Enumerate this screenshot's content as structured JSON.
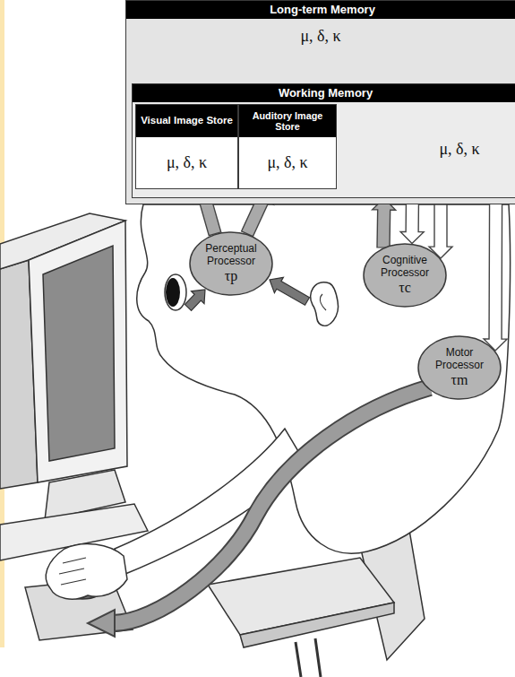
{
  "diagram": {
    "nodes": [
      {
        "text": [
          "Long-term Memory",
          "μ, δ, κ"
        ]
      },
      {
        "text": [
          "Working Memory",
          "μ, δ, κ"
        ],
        "in": 0
      },
      {
        "text": [
          "Visual Image Store",
          "μ, δ, κ"
        ],
        "in": 1
      },
      {
        "text": [
          "Auditory Image Store",
          "μ, δ, κ"
        ],
        "in": 1
      },
      {
        "text": [
          "Perceptual Processor",
          "τp"
        ]
      },
      {
        "text": [
          "Cognitive Processor",
          "τc"
        ]
      },
      {
        "text": [
          "Motor Processor",
          "τm"
        ]
      }
    ],
    "edges": [
      {
        "from": 4,
        "to": 2,
        "arrow": "to"
      },
      {
        "from": 4,
        "to": 3,
        "arrow": "to"
      },
      {
        "from": 5,
        "to": 1,
        "arrow": "to"
      },
      {
        "from": 1,
        "to": 5,
        "arrow": "to"
      },
      {
        "from": 0,
        "to": 5,
        "arrow": "to"
      },
      {
        "from": 1,
        "to": 6,
        "arrow": "to"
      }
    ]
  }
}
